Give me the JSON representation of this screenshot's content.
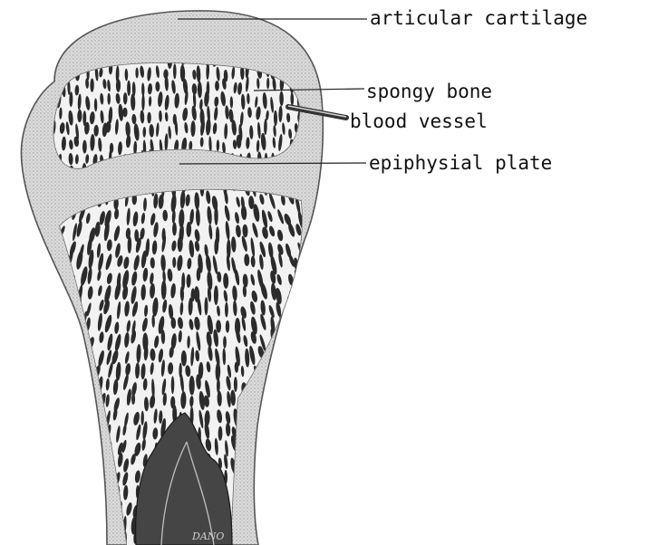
{
  "labels": {
    "articular_cartilage": "articular cartilage",
    "spongy_bone": "spongy bone",
    "blood_vessel": "blood vessel",
    "epiphysial_plate": "epiphysial plate"
  },
  "signature": "DANO",
  "colors": {
    "cartilage": "#d9d9d9",
    "trabecula": "#f4f4f4",
    "pore": "#2a2a2a",
    "marrow": "#4a4a4a",
    "leader_line": "#222222"
  }
}
